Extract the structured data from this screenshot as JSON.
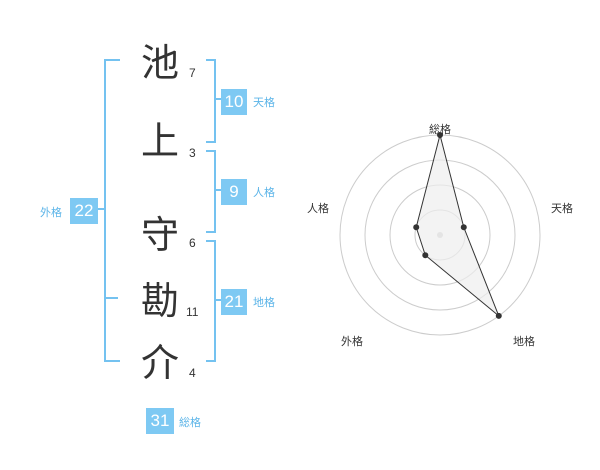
{
  "name": {
    "characters": [
      {
        "char": "池",
        "strokes": "7"
      },
      {
        "char": "上",
        "strokes": "3"
      },
      {
        "char": "守",
        "strokes": "6"
      },
      {
        "char": "勘",
        "strokes": "11"
      },
      {
        "char": "介",
        "strokes": "4"
      }
    ]
  },
  "fortunes": {
    "tenkaku": {
      "label": "天格",
      "value": "10"
    },
    "jinkaku": {
      "label": "人格",
      "value": "9"
    },
    "chikaku": {
      "label": "地格",
      "value": "21"
    },
    "gaikaku": {
      "label": "外格",
      "value": "22"
    },
    "soukaku": {
      "label": "総格",
      "value": "31"
    }
  },
  "radar": {
    "axes": [
      "総格",
      "天格",
      "地格",
      "外格",
      "人格"
    ],
    "levels": 4,
    "values": [
      4,
      1,
      4,
      1,
      1
    ],
    "max": 4
  },
  "colors": {
    "accent": "#7ec9f3",
    "bracket": "#74c2f0",
    "grid": "#cccccc",
    "polygon_fill": "#eeeeee",
    "polygon_stroke": "#333333"
  }
}
